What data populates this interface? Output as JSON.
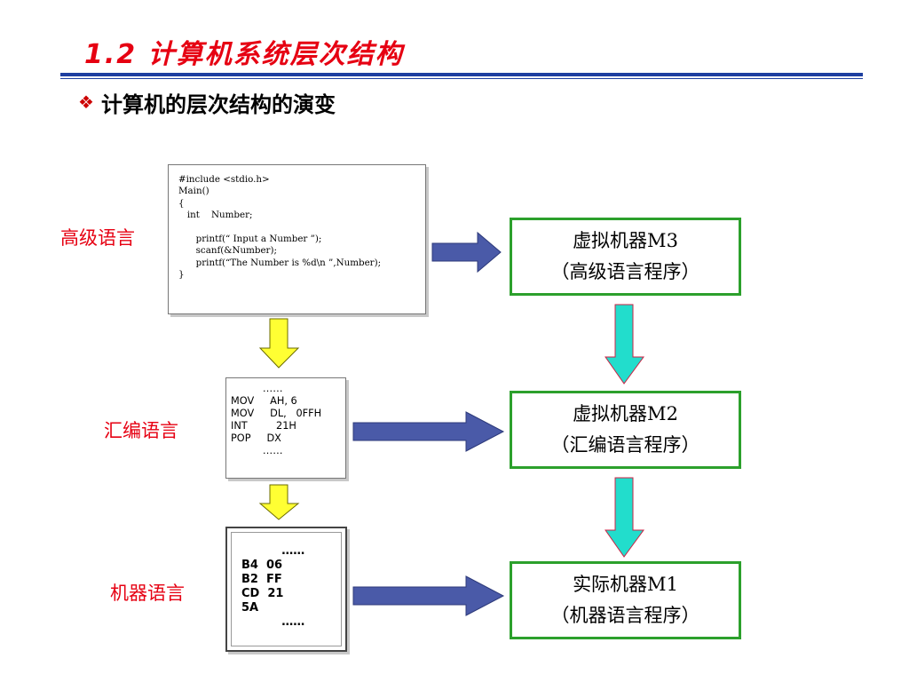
{
  "title": "1.2 计算机系统层次结构",
  "subtitle": "计算机的层次结构的演变",
  "colors": {
    "title_red": "#e60012",
    "rule_blue": "#1e3fa0",
    "box_border_green": "#2ca02c",
    "right_arrow_blue": "#4a5aa8",
    "down_arrow_yellow": "#ffff33",
    "down_arrow_cyan": "#22ddcc"
  },
  "levels": [
    {
      "label": "高级语言",
      "code": "#include <stdio.h>\nMain()\n{\n   int    Number;\n\n      printf(“ Input a Number ”);\n      scanf(&Number);\n      printf(“The Number is %d\\n ”,Number);\n}",
      "machine_name": "虚拟机器M3",
      "machine_desc": "（高级语言程序）"
    },
    {
      "label": "汇编语言",
      "code": "          ……\nMOV     AH, 6\nMOV     DL,   0FFH\nINT         21H\nPOP     DX\n          ……",
      "machine_name": "虚拟机器M2",
      "machine_desc": "（汇编语言程序）"
    },
    {
      "label": "机器语言",
      "code": "          ……\nB4  06\nB2  FF\nCD  21\n5A\n          ……",
      "machine_name": "实际机器M1",
      "machine_desc": "（机器语言程序）"
    }
  ]
}
